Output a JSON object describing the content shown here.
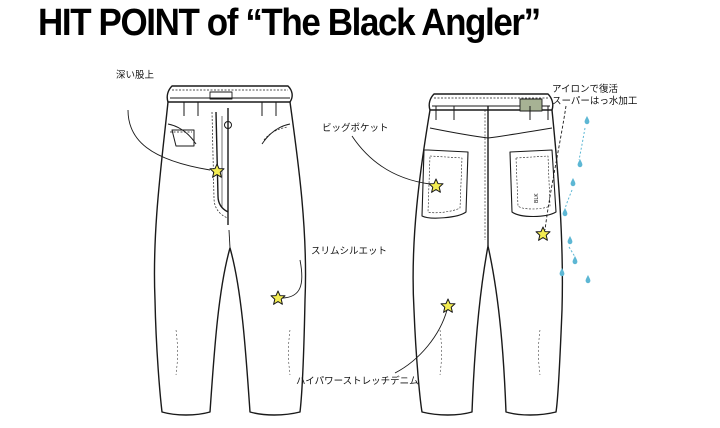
{
  "title": "HIT POINT of “The Black Angler”",
  "callouts": {
    "deep_rise": "深い股上",
    "big_pocket": "ビッグポケット",
    "slim_silhouette": "スリムシルエット",
    "iron_restore_line1": "アイロンで復活",
    "iron_restore_line2": "スーパーはっ水加工",
    "stretch_denim": "ハイパワーストレッチデニム"
  },
  "back_label_text": "BLK",
  "colors": {
    "line": "#1a1a1a",
    "star_fill": "#f3ec52",
    "water_drop": "#5db7d4",
    "back_patch": "#a7b294"
  },
  "icons": [
    "star-icon",
    "water-drop-icon"
  ]
}
